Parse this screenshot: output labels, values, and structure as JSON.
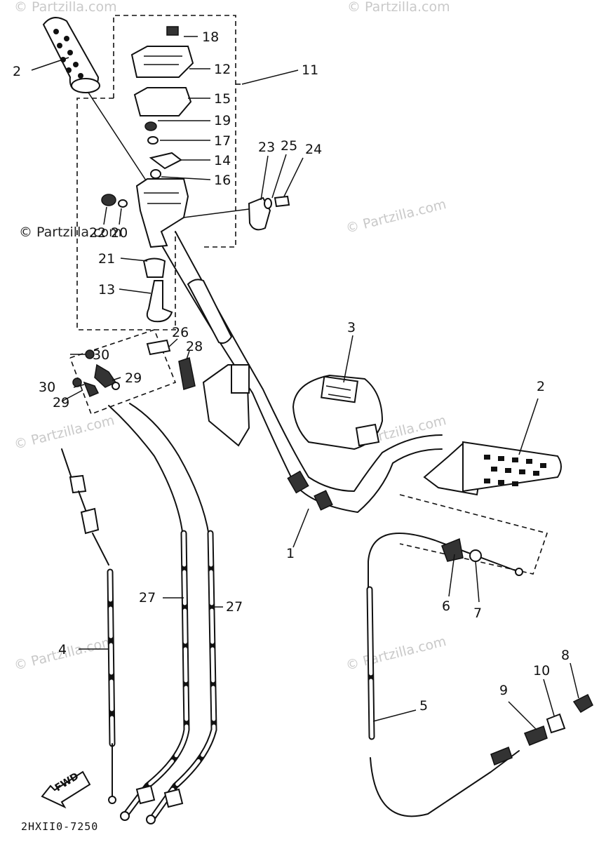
{
  "watermark": "© Partzilla.com",
  "diagram_code": "2HXII0-7250",
  "fwd_label": "FWD",
  "callouts": {
    "p1": "1",
    "p2_left": "2",
    "p2_right": "2",
    "p3": "3",
    "p4": "4",
    "p5": "5",
    "p6": "6",
    "p7": "7",
    "p8": "8",
    "p9": "9",
    "p10": "10",
    "p11": "11",
    "p12": "12",
    "p13": "13",
    "p14": "14",
    "p15": "15",
    "p16": "16",
    "p17": "17",
    "p18": "18",
    "p19": "19",
    "p20": "20",
    "p21": "21",
    "p22": "22",
    "p23": "23",
    "p24": "24",
    "p25": "25",
    "p26": "26",
    "p27_left": "27",
    "p27_right": "27",
    "p28": "28",
    "p29_top": "29",
    "p29_left": "29",
    "p30_top": "30",
    "p30_left": "30"
  }
}
